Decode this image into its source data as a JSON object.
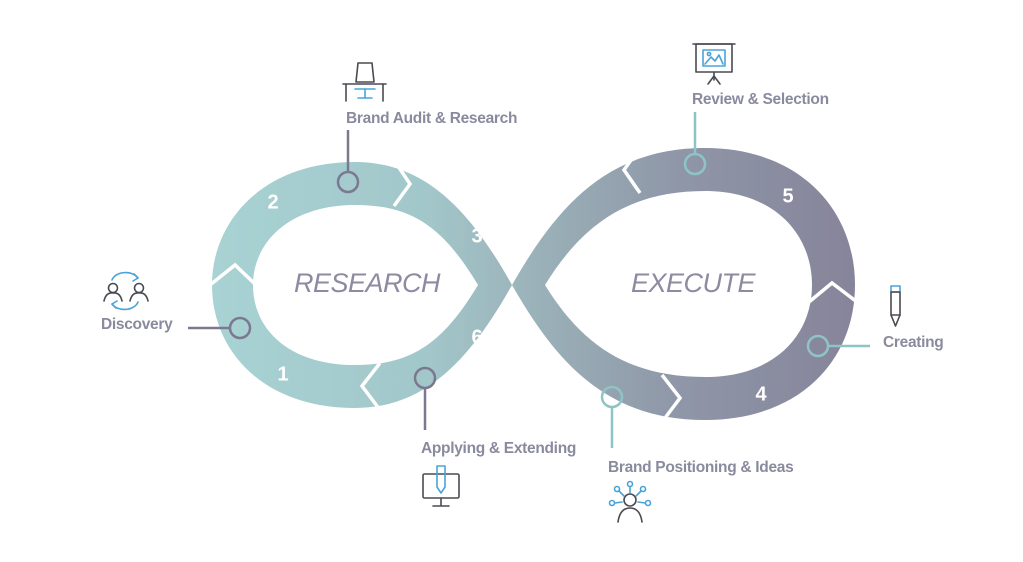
{
  "phases": {
    "left": "RESEARCH",
    "right": "EXECUTE"
  },
  "steps": [
    {
      "number": "1",
      "label": "Discovery",
      "icon": "people-exchange-icon"
    },
    {
      "number": "2",
      "label": "Brand Audit & Research",
      "icon": "desk-chair-icon"
    },
    {
      "number": "3",
      "label": "Review & Selection",
      "icon": "presentation-board-icon"
    },
    {
      "number": "4",
      "label": "Brand Positioning & Ideas",
      "icon": "person-network-icon"
    },
    {
      "number": "5",
      "label": "Creating",
      "icon": "pencil-icon"
    },
    {
      "number": "6",
      "label": "Applying & Extending",
      "icon": "monitor-pen-icon"
    }
  ],
  "colors": {
    "research": "#a8d0d1",
    "middle": "#9cb4bb",
    "execute": "#8a8a9f",
    "teal_line": "#8fc4c6",
    "grey_line": "#7b7890",
    "label_grey": "#8a8a9e",
    "icon_dark": "#4a4a52",
    "icon_blue": "#4aa3d8"
  }
}
